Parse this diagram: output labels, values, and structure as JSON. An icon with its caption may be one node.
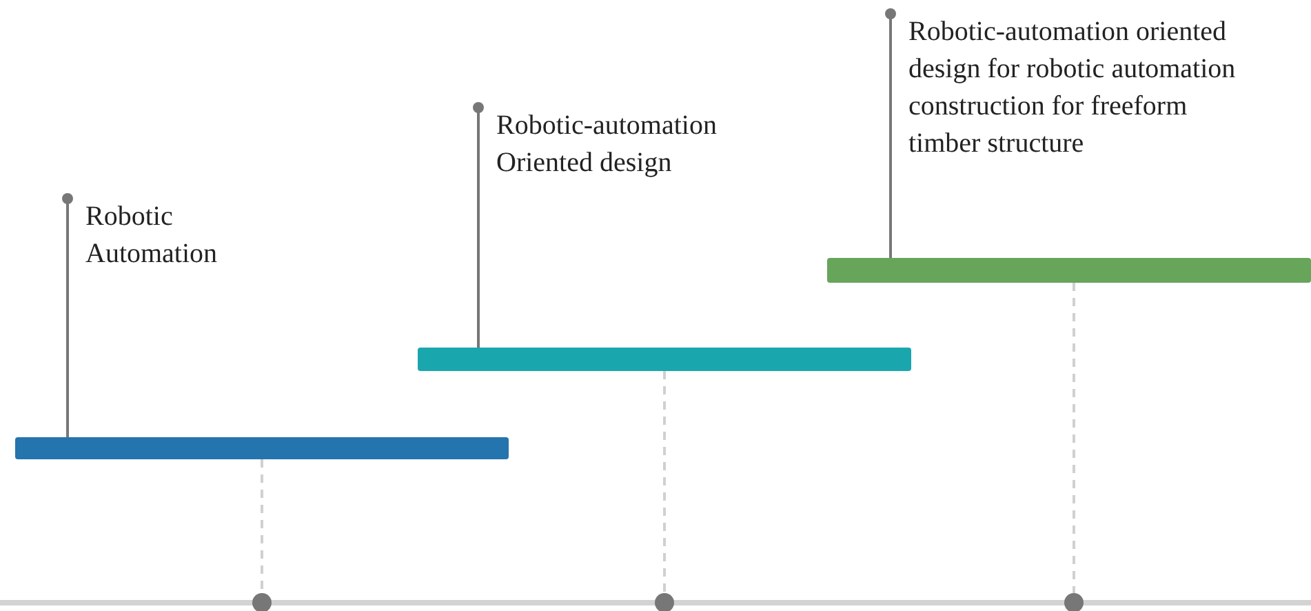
{
  "diagram": {
    "nodes": [
      {
        "text": [
          "Robotic Automation"
        ]
      },
      {
        "text": [],
        "shape": "bar"
      },
      {
        "text": [
          "Robotic-automation Oriented design"
        ]
      },
      {
        "text": [],
        "shape": "bar"
      },
      {
        "text": [
          "Robotic-automation oriented design for robotic automation construction for freeform timber structure"
        ]
      },
      {
        "text": [],
        "shape": "bar"
      },
      {
        "text": [],
        "shape": "circle"
      },
      {
        "text": [],
        "shape": "circle"
      },
      {
        "text": [],
        "shape": "circle"
      }
    ],
    "edges": [
      {
        "from": 0,
        "to": 1,
        "arrow": "other"
      },
      {
        "from": 2,
        "to": 3,
        "arrow": "other"
      },
      {
        "from": 4,
        "to": 5,
        "arrow": "other"
      },
      {
        "from": 1,
        "to": 6,
        "arrow": "none",
        "style": "dashed",
        "color": "#d0d0d0"
      },
      {
        "from": 3,
        "to": 7,
        "arrow": "none",
        "style": "dashed",
        "color": "#d0d0d0"
      },
      {
        "from": 5,
        "to": 8,
        "arrow": "none",
        "style": "dashed",
        "color": "#d0d0d0"
      }
    ]
  }
}
